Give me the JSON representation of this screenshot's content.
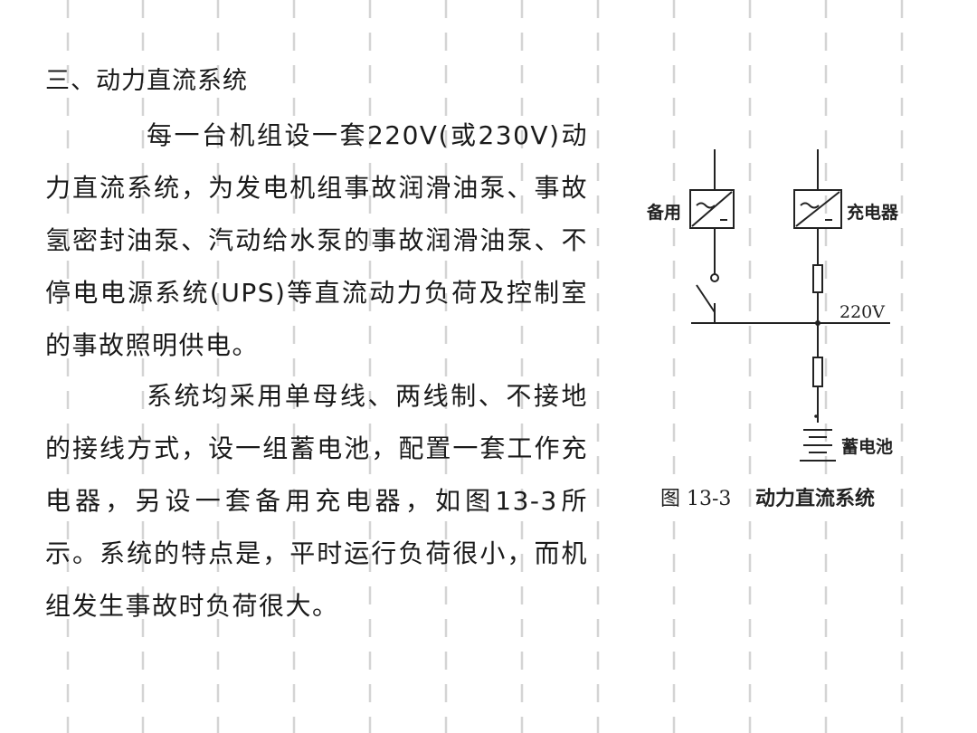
{
  "section": {
    "heading": "三、动力直流系统",
    "paragraphs": [
      "每一台机组设一套220V(或230V)动力直流系统，为发电机组事故润滑油泵、事故氢密封油泵、汽动给水泵的事故润滑油泵、不停电电源系统(UPS)等直流动力负荷及控制室的事故照明供电。",
      "系统均采用单母线、两线制、不接地的接线方式，设一组蓄电池，配置一套工作充电器，另设一套备用充电器，如图13-3所示。系统的特点是，平时运行负荷很小，而机组发生事故时负荷很大。"
    ]
  },
  "figure": {
    "labels": {
      "standby": "备用",
      "charger": "充电器",
      "bus_voltage": "220V",
      "battery": "蓄电池"
    },
    "caption_number": "图 13-3",
    "caption_title": "动力直流系统"
  }
}
